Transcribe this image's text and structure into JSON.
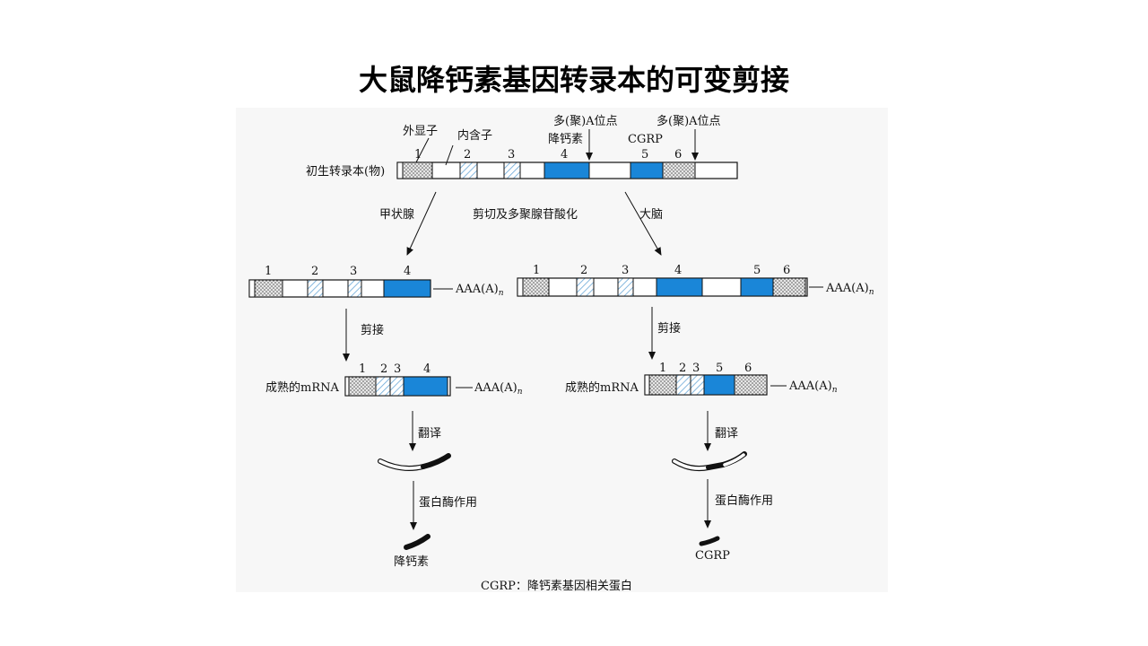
{
  "title": "大鼠降钙素基因转录本的可变剪接",
  "labels": {
    "exon": "外显子",
    "intron": "内含子",
    "polyA_site": "多(聚)A位点",
    "calcitonin": "降钙素",
    "cgrp": "CGRP",
    "primary_transcript": "初生转录本(物)",
    "thyroid": "甲状腺",
    "brain": "大脑",
    "cleave_polyA": "剪切及多聚腺苷酸化",
    "splicing": "剪接",
    "mature_mrna": "成熟的mRNA",
    "polyA_tail": "AAA(A)",
    "polyA_sub": "n",
    "translation": "翻译",
    "protease": "蛋白酶作用",
    "product_left": "降钙素",
    "product_right": "CGRP",
    "footnote": "CGRP：降钙素基因相关蛋白"
  },
  "exon_numbers": [
    "1",
    "2",
    "3",
    "4",
    "5",
    "6"
  ],
  "colors": {
    "blue": "#1a86d8",
    "hatch": "#7ab4e0",
    "dot": "#555555"
  }
}
